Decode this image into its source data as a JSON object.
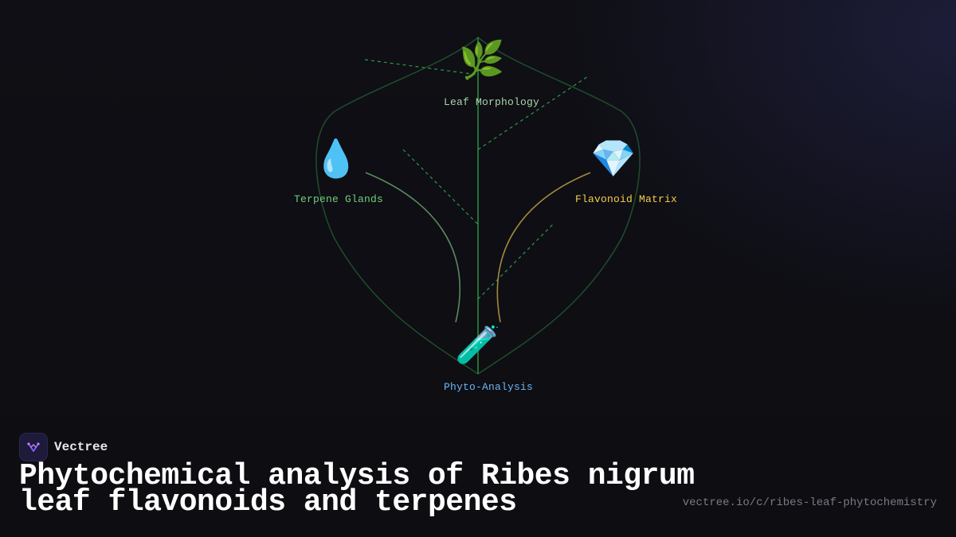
{
  "diagram": {
    "nodes": [
      {
        "id": "leaf",
        "icon": "🌿",
        "icon_name": "herb-icon",
        "label": "Leaf Morphology",
        "color": "#a7d7a9"
      },
      {
        "id": "terpene",
        "icon": "💧",
        "icon_name": "droplet-icon",
        "label": "Terpene Glands",
        "color": "#6fcf7a"
      },
      {
        "id": "flavonoid",
        "icon": "💎",
        "icon_name": "gem-icon",
        "label": "Flavonoid Matrix",
        "color": "#f5cf4e"
      },
      {
        "id": "phyto",
        "icon": "🧪",
        "icon_name": "test-tube-icon",
        "label": "Phyto-Analysis",
        "color": "#6cb6f5"
      }
    ],
    "colors": {
      "leaf_outline": "#1f4a2a",
      "midrib": "#2a8a3e",
      "vein_dashed": "#2f9a45",
      "terpene_link": "#5a8a5e",
      "flavonoid_link": "#a08a3c"
    }
  },
  "brand": {
    "name": "Vectree",
    "logo_icon": "vectree-logo-icon"
  },
  "title": "Phytochemical analysis of Ribes nigrum leaf flavonoids and terpenes",
  "url": "vectree.io/c/ribes-leaf-phytochemistry"
}
